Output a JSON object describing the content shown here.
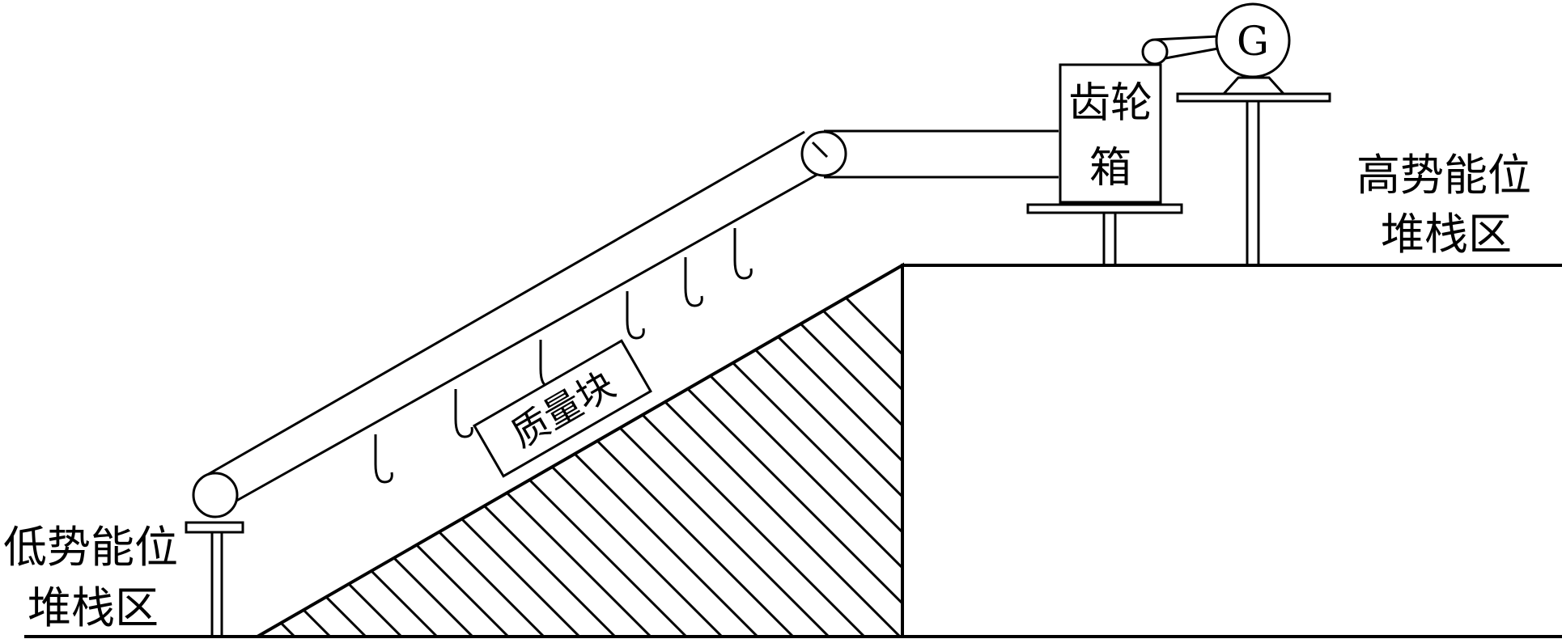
{
  "labels": {
    "low_zone_line1": "低势能位",
    "low_zone_line2": "堆栈区",
    "high_zone_line1": "高势能位",
    "high_zone_line2": "堆栈区",
    "gearbox_line1": "齿轮",
    "gearbox_line2": "箱",
    "mass_block": "质量块",
    "generator": "G"
  },
  "colors": {
    "stroke": "#000000",
    "background": "#ffffff"
  }
}
